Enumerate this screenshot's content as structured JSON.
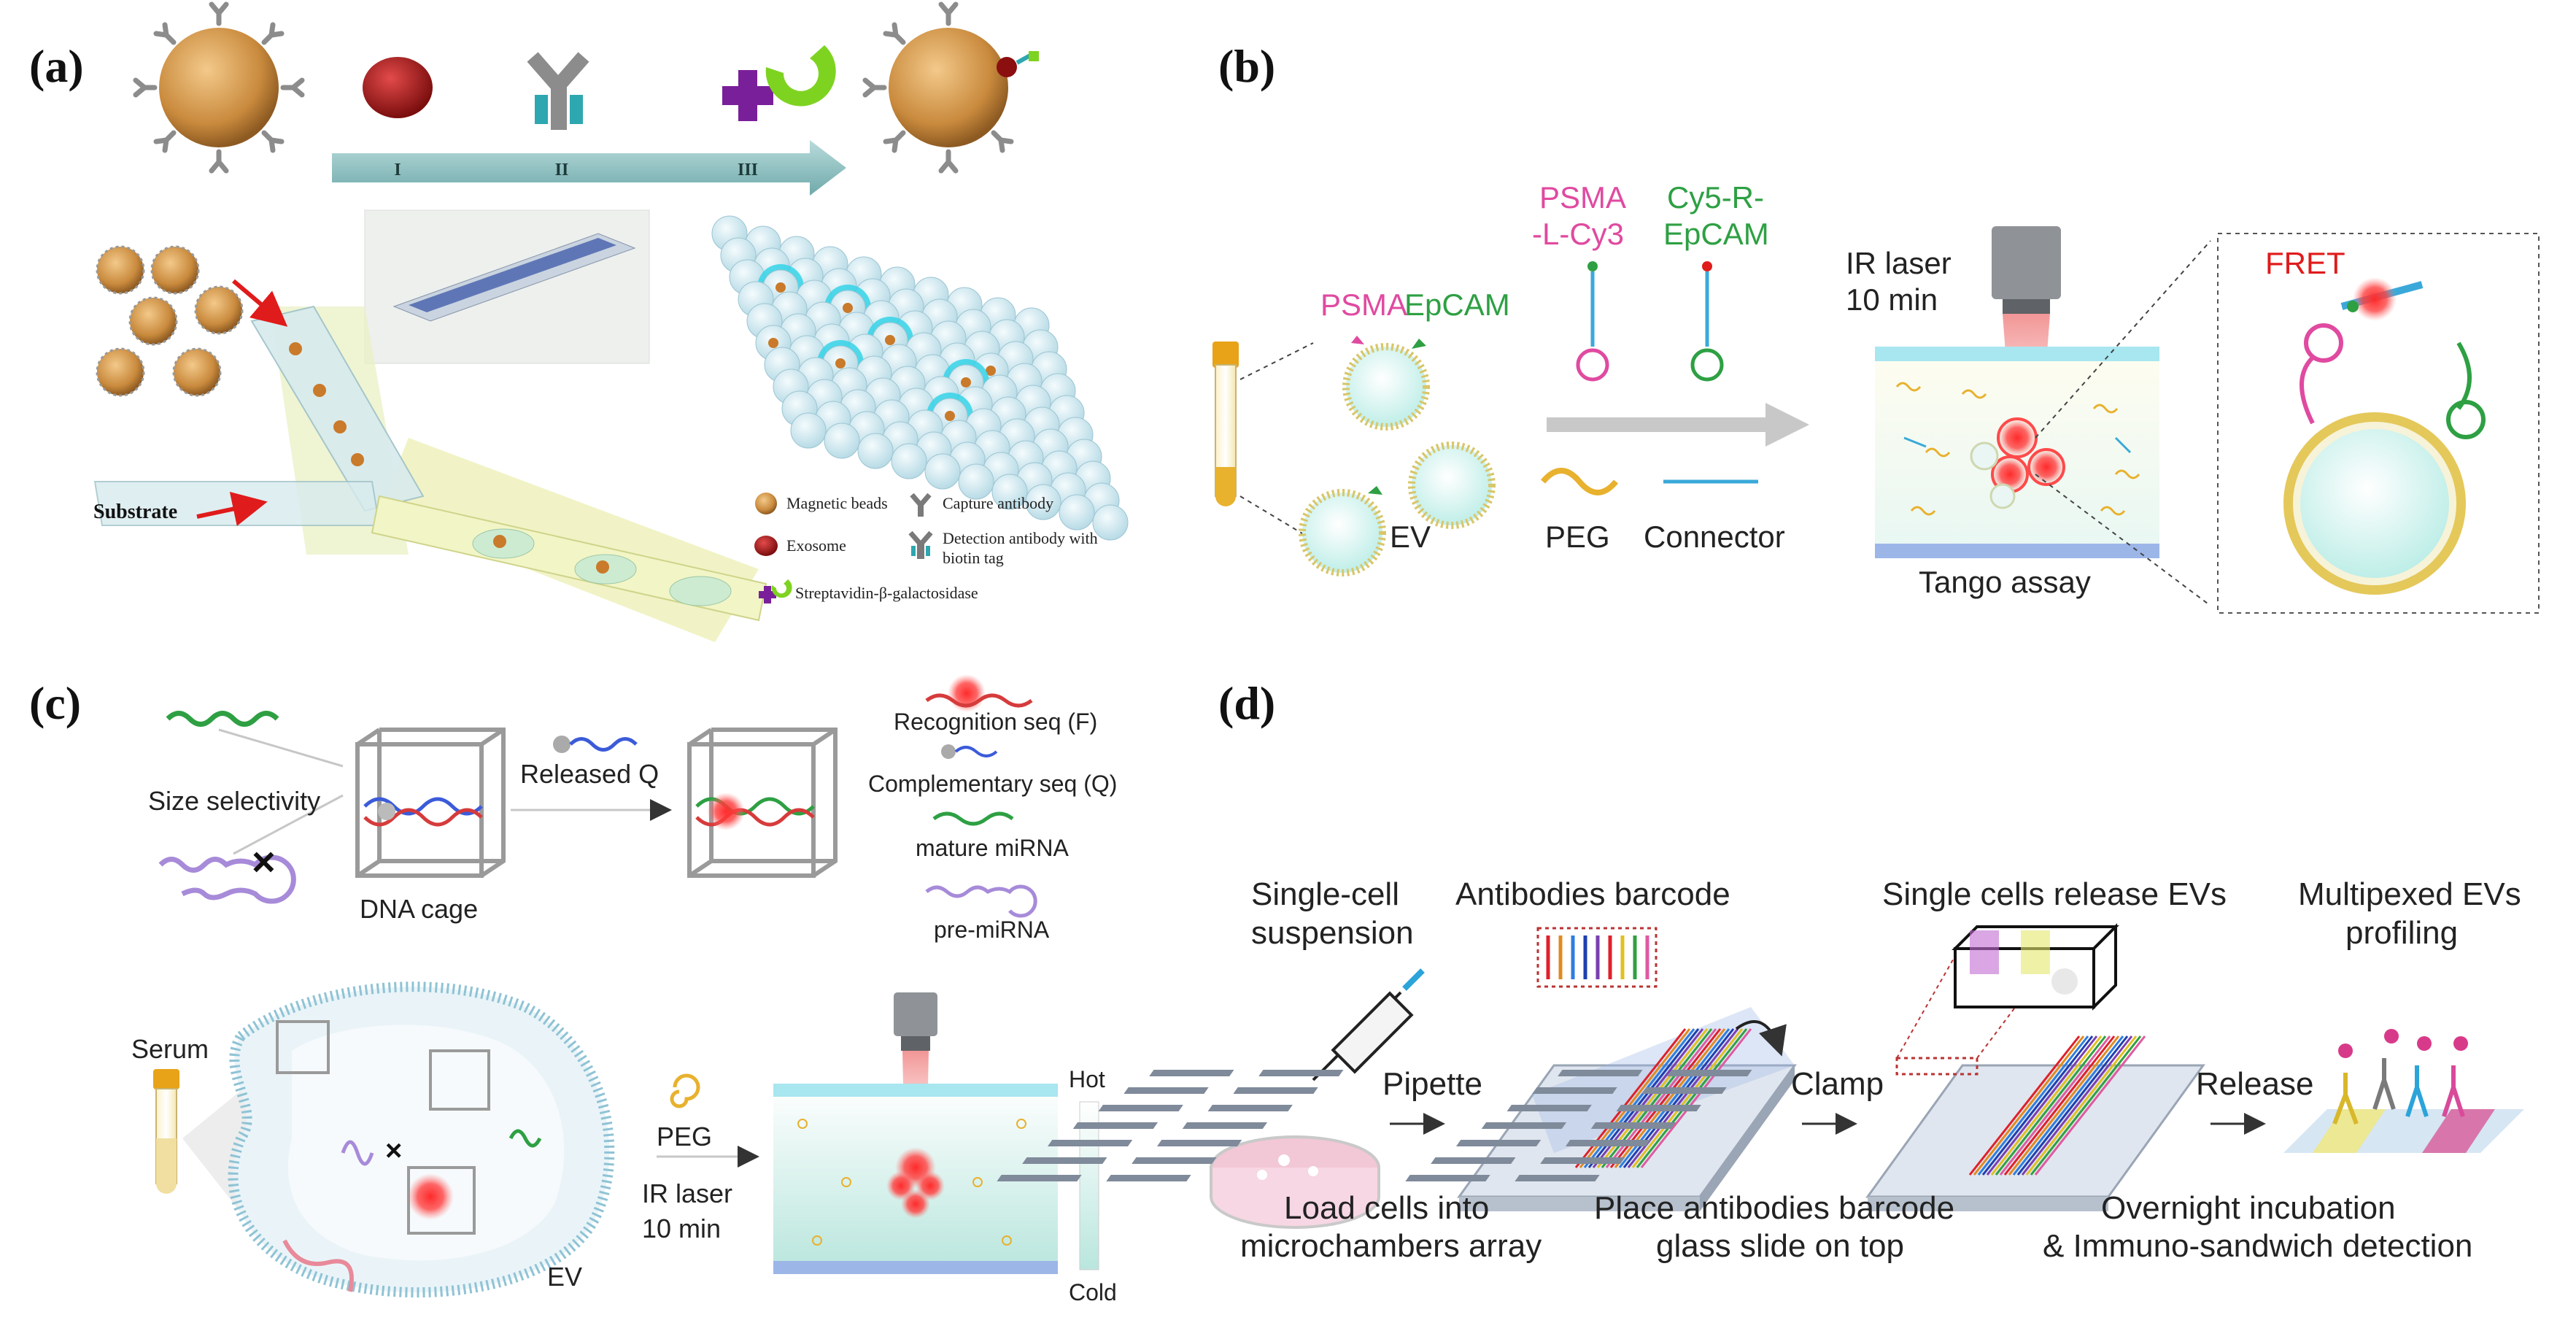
{
  "panels": {
    "a": {
      "label": "(a)",
      "steps": [
        "I",
        "II",
        "III"
      ],
      "substrate": "Substrate",
      "legend": {
        "magnetic_beads": "Magnetic beads",
        "exosome": "Exosome",
        "streptavidin": "Streptavidin-β-galactosidase",
        "capture_antibody": "Capture antibody",
        "detection_antibody_1": "Detection antibody with",
        "detection_antibody_2": "biotin tag"
      }
    },
    "b": {
      "label": "(b)",
      "psma": "PSMA",
      "epcam": "EpCAM",
      "ev": "EV",
      "psma_cy3_1": "PSMA",
      "psma_cy3_2": "-L-Cy3",
      "cy5_1": "Cy5-R-",
      "cy5_2": "EpCAM",
      "peg": "PEG",
      "connector": "Connector",
      "ir_laser_1": "IR laser",
      "ir_laser_2": "10 min",
      "tango": "Tango assay",
      "fret": "FRET"
    },
    "c": {
      "label": "(c)",
      "size_selectivity": "Size selectivity",
      "dna_cage": "DNA cage",
      "released_q": "Released Q",
      "recognition": "Recognition seq (F)",
      "complementary": "Complementary seq (Q)",
      "mature": "mature miRNA",
      "pre": "pre-miRNA",
      "serum": "Serum",
      "ev": "EV",
      "peg": "PEG",
      "ir_laser_1": "IR laser",
      "ir_laser_2": "10 min",
      "hot": "Hot",
      "cold": "Cold"
    },
    "d": {
      "label": "(d)",
      "single_cell_1": "Single-cell",
      "single_cell_2": "suspension",
      "antibodies_barcode": "Antibodies barcode",
      "single_release": "Single cells release EVs",
      "multiplexed_1": "Multipexed EVs",
      "multiplexed_2": "profiling",
      "pipette": "Pipette",
      "clamp": "Clamp",
      "release": "Release",
      "load_1": "Load cells into",
      "load_2": "microchambers array",
      "place_1": "Place antibodies barcode",
      "place_2": "glass slide on top",
      "overnight_1": "Overnight incubation",
      "overnight_2": "& Immuno-sandwich detection"
    }
  }
}
